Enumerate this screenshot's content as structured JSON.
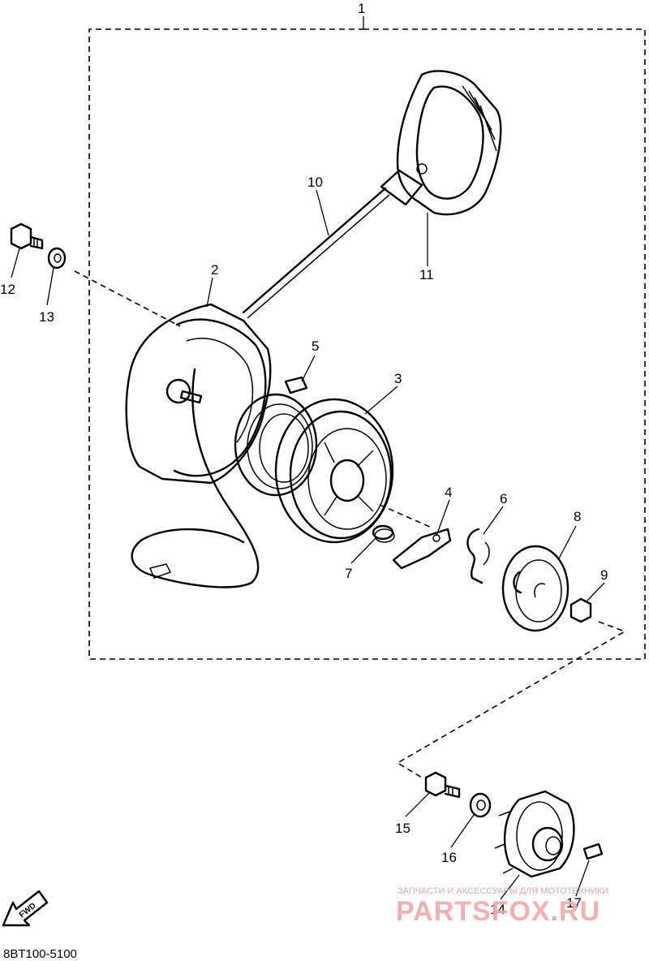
{
  "callouts": {
    "c1": "1",
    "c2": "2",
    "c3": "3",
    "c4": "4",
    "c5": "5",
    "c6": "6",
    "c7": "7",
    "c8": "8",
    "c9": "9",
    "c10": "10",
    "c11": "11",
    "c12": "12",
    "c13": "13",
    "c14": "14",
    "c15": "15",
    "c16": "16",
    "c17": "17"
  },
  "fwd_label": "FWD",
  "diagram_code": "8BT100-5100",
  "watermark": {
    "tagline": "ЗАПЧАСТИ И АКСЕССУАРЫ ДЛЯ МОТОТЕХНИКИ",
    "brand": "PARTSFOX.RU"
  }
}
